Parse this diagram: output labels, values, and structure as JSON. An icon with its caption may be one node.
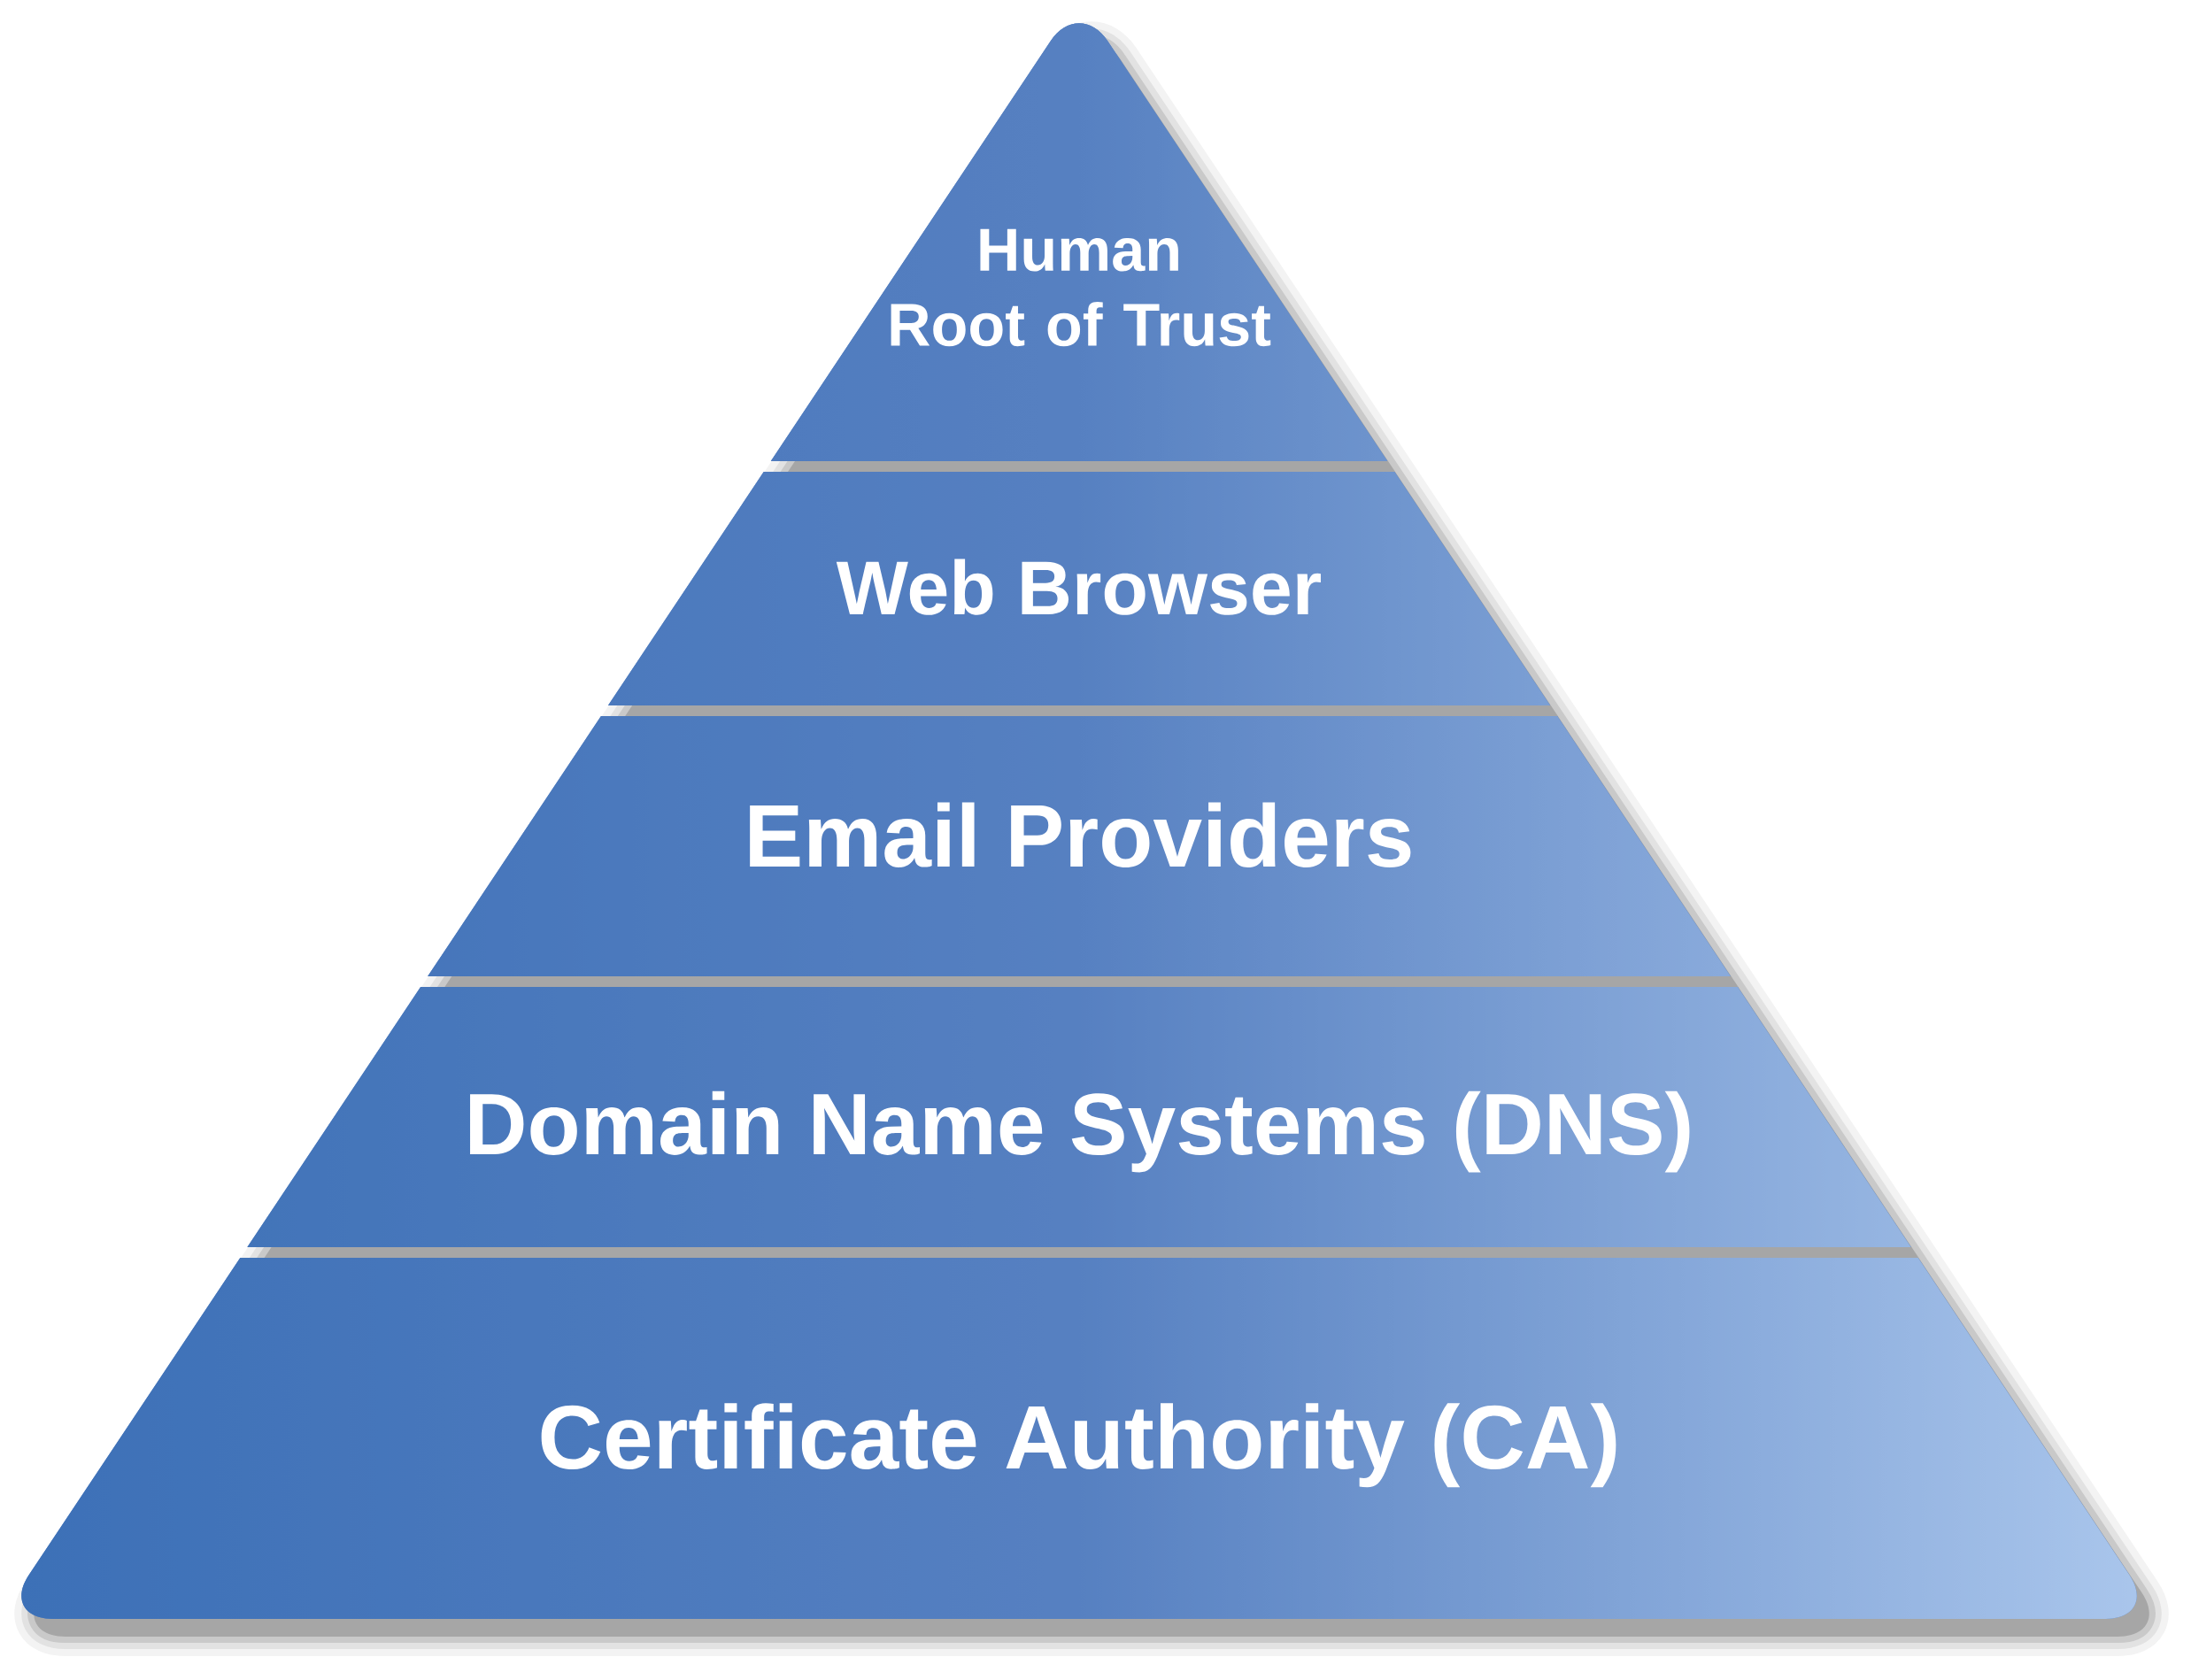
{
  "diagram": {
    "nodes": [
      {
        "text": [
          "Human Root of Trust"
        ]
      },
      {
        "text": [
          "Web Browser"
        ]
      },
      {
        "text": [
          "Email Providers"
        ]
      },
      {
        "text": [
          "Domain Name Systems (DNS)"
        ]
      },
      {
        "text": [
          "Certificate Authority (CA)"
        ]
      }
    ]
  }
}
